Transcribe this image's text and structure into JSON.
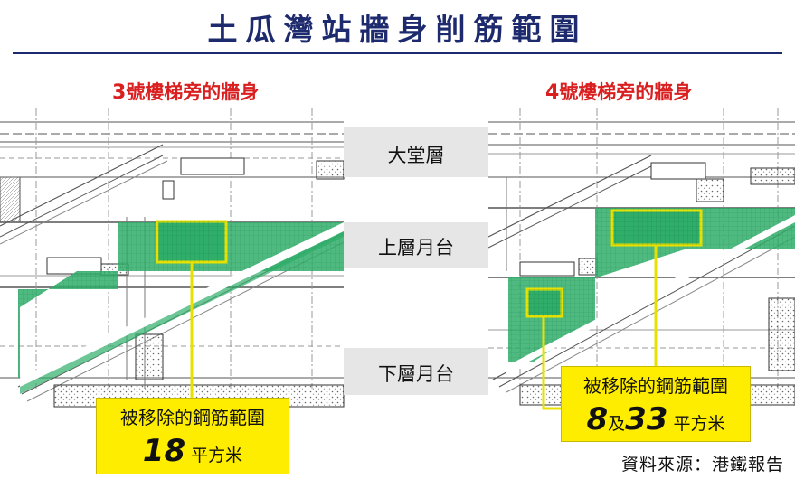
{
  "title": "土瓜灣站牆身削筋範圍",
  "left_panel": {
    "heading_num": "3",
    "heading_text": "號樓梯旁的牆身",
    "callout_caption": "被移除的鋼筋範圍",
    "area_value": "18",
    "area_unit": "平方米"
  },
  "right_panel": {
    "heading_num": "4",
    "heading_text": "號樓梯旁的牆身",
    "callout_caption": "被移除的鋼筋範圍",
    "area_value_1": "8",
    "conjunction": "及",
    "area_value_2": "33",
    "area_unit": "平方米"
  },
  "levels": {
    "concourse": "大堂層",
    "upper_platform": "上層月台",
    "lower_platform": "下層月台"
  },
  "source": "資料來源：港鐵報告",
  "colors": {
    "title": "#1e2a6e",
    "heading": "#d91f1f",
    "removed_area": "#2fae6a",
    "callout": "#ffed00",
    "highlight_box": "#e8e000"
  }
}
